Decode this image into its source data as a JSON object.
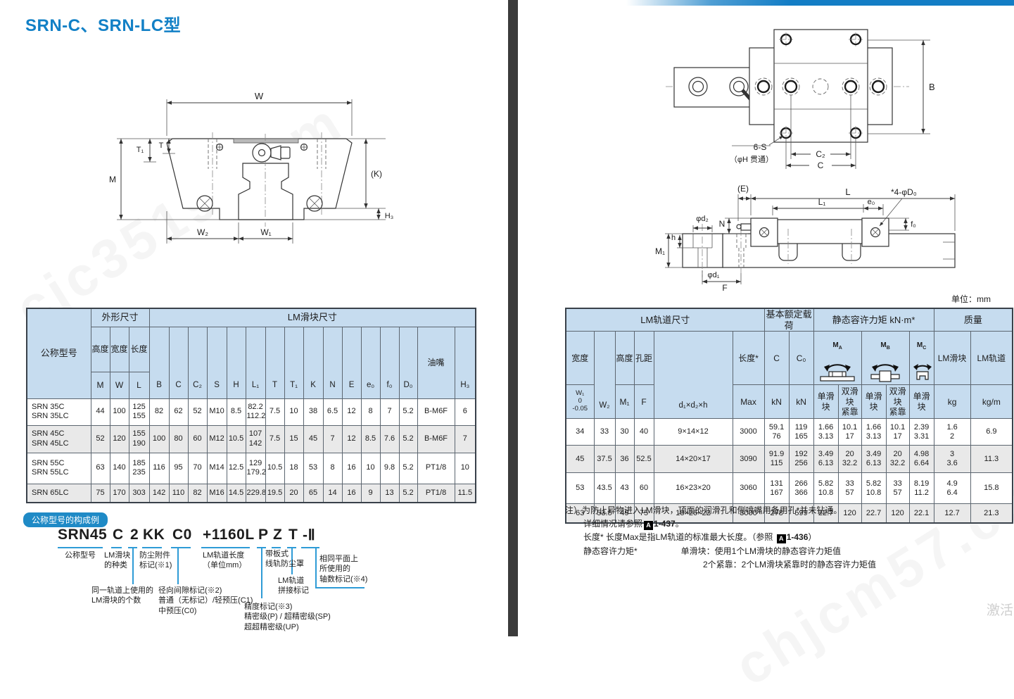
{
  "page": {
    "title": "SRN-C、SRN-LC型",
    "unit_label": "单位：mm",
    "watermark_top_left": "cjc3519.com",
    "watermark_bottom_right": "chjcm57.com",
    "activation_watermark": "激活"
  },
  "cross_drawing": {
    "w": "W",
    "t1": "T₁",
    "t": "T",
    "m": "M",
    "k": "(K)",
    "h3": "H₃",
    "w2": "W₂",
    "w1": "W₁"
  },
  "top_drawing": {
    "six_s": "6-S",
    "phi_h": "（φH 贯通）",
    "c2": "C₂",
    "c": "C",
    "b": "B"
  },
  "side_drawing": {
    "e": "(E)",
    "l": "L",
    "l1": "L₁",
    "e0": "e₀",
    "d0": "*4-φD₀",
    "n": "N",
    "f0": "f₀",
    "d2": "φd₂",
    "h": "h",
    "m1": "M₁",
    "d1": "φd₁",
    "f": "F"
  },
  "left_table": {
    "group_model": "公称型号",
    "group_outer": "外形尺寸",
    "group_block": "LM滑块尺寸",
    "sub_height": "高度",
    "sub_width": "宽度",
    "sub_length": "长度",
    "sym": [
      "M",
      "W",
      "L",
      "B",
      "C",
      "C₂",
      "S",
      "H",
      "L₁",
      "T",
      "T₁",
      "K",
      "N",
      "E",
      "e₀",
      "f₀",
      "D₀"
    ],
    "oil_label": "油嘴",
    "h3_label": "H₃",
    "rows": [
      [
        "SRN 35C\nSRN 35LC",
        "44",
        "100",
        "125\n155",
        "82",
        "62",
        "52",
        "M10",
        "8.5",
        "82.2\n112.2",
        "7.5",
        "10",
        "38",
        "6.5",
        "12",
        "8",
        "7",
        "5.2",
        "B-M6F",
        "6"
      ],
      [
        "SRN 45C\nSRN 45LC",
        "52",
        "120",
        "155\n190",
        "100",
        "80",
        "60",
        "M12",
        "10.5",
        "107\n142",
        "7.5",
        "15",
        "45",
        "7",
        "12",
        "8.5",
        "7.6",
        "5.2",
        "B-M6F",
        "7"
      ],
      [
        "SRN 55C\nSRN 55LC",
        "63",
        "140",
        "185\n235",
        "116",
        "95",
        "70",
        "M14",
        "12.5",
        "129\n179.2",
        "10.5",
        "18",
        "53",
        "8",
        "16",
        "10",
        "9.8",
        "5.2",
        "PT1/8",
        "10"
      ],
      [
        "SRN 65LC",
        "75",
        "170",
        "303",
        "142",
        "110",
        "82",
        "M16",
        "14.5",
        "229.8",
        "19.5",
        "20",
        "65",
        "14",
        "16",
        "9",
        "13",
        "5.2",
        "PT1/8",
        "11.5"
      ]
    ]
  },
  "right_table": {
    "group_rail": "LM轨道尺寸",
    "group_load": "基本额定载荷",
    "group_moment": "静态容许力矩 kN·m*",
    "group_mass": "质量",
    "sub_width": "宽度",
    "sub_height": "高度",
    "sub_pitch": "孔距",
    "sub_length": "长度*",
    "w1_tol": "W₁\n0\n-0.05",
    "w2": "W₂",
    "m1": "M₁",
    "f": "F",
    "d_formula": "d₁×d₂×h",
    "max": "Max",
    "c": "C",
    "c0": "C₀",
    "kn": "kN",
    "m_labels": [
      {
        "main": "M",
        "sub": "A"
      },
      {
        "main": "M",
        "sub": "B"
      },
      {
        "main": "M",
        "sub": "C"
      }
    ],
    "single": "单滑块",
    "double": "双滑块\n紧靠",
    "mass_block": "LM滑块",
    "mass_rail": "LM轨道",
    "kg": "kg",
    "kgm": "kg/m",
    "rows": [
      [
        "34",
        "33",
        "30",
        "40",
        "9×14×12",
        "3000",
        "59.1\n76",
        "119\n165",
        "1.66\n3.13",
        "10.1\n17",
        "1.66\n3.13",
        "10.1\n17",
        "2.39\n3.31",
        "1.6\n2",
        "6.9"
      ],
      [
        "45",
        "37.5",
        "36",
        "52.5",
        "14×20×17",
        "3090",
        "91.9\n115",
        "192\n256",
        "3.49\n6.13",
        "20\n32.2",
        "3.49\n6.13",
        "20\n32.2",
        "4.98\n6.64",
        "3\n3.6",
        "11.3"
      ],
      [
        "53",
        "43.5",
        "43",
        "60",
        "16×23×20",
        "3060",
        "131\n167",
        "266\n366",
        "5.82\n10.8",
        "33\n57",
        "5.82\n10.8",
        "33\n57",
        "8.19\n11.2",
        "4.9\n6.4",
        "15.8"
      ],
      [
        "63",
        "53.5",
        "49",
        "75",
        "18×26×22",
        "3000",
        "278",
        "599",
        "22.7",
        "120",
        "22.7",
        "120",
        "22.1",
        "12.7",
        "21.3"
      ]
    ]
  },
  "notes": {
    "l1": "注）为防止异物进入LM滑块，顶面的润滑孔和侧喷嘴用备用孔*并未钻通。",
    "l2_pre": "详细情况请参照",
    "ref_a": "A",
    "l2_ref": "1-437",
    "l2_post": "。",
    "l3_pre": "长度* 长度Max是指LM轨道的标准最大长度。（参照 ",
    "l3_ref": "1-436",
    "l3_post": "）",
    "l4_label": "静态容许力矩*",
    "l4_text": "单滑块：使用1个LM滑块的静态容许力矩值",
    "l5_text": "2个紧靠：2个LM滑块紧靠时的静态容许力矩值"
  },
  "construction": {
    "badge": "公称型号的构成例",
    "parts": [
      "SRN45",
      "C",
      "2",
      "KK",
      "C0",
      "+1160L",
      "P",
      "Z",
      "T",
      "-Ⅱ"
    ],
    "labels": {
      "model": "公称型号",
      "block_type": "LM滑块\n的种类",
      "dust": "防尘附件\n标记(※1)",
      "rail_length": "LM轨道长度\n（单位mm）",
      "cover": "带板式\n线轨防尘罩",
      "same_plane": "相同平面上\n所使用的\n轴数标记(※4)",
      "num_blocks": "同一轨道上使用的\nLM滑块的个数",
      "clearance": "径向间隙标记(※2)\n普通（无标记）/轻预压(C1)\n中预压(C0)",
      "joint": "LM轨道\n拼接标记",
      "accuracy": "精度标记(※3)\n精密级(P) / 超精密级(SP)\n超超精密级(UP)"
    }
  }
}
